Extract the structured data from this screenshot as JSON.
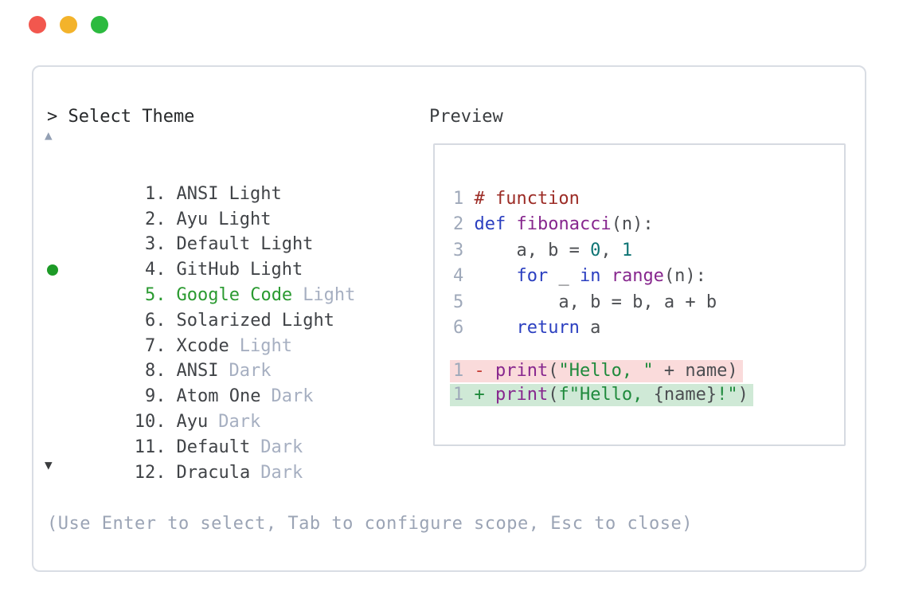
{
  "colors": {
    "traffic_red": "#f2574e",
    "traffic_yellow": "#f3b32b",
    "traffic_green": "#2cba3f",
    "selection_green": "#2a9a30",
    "muted_text": "#a6afc1",
    "panel_border": "#d9dde4",
    "diff_removed_bg": "#fadbdb",
    "diff_added_bg": "#cfe9d6"
  },
  "window": {
    "prompt": "> Select Theme",
    "preview_label": "Preview",
    "scroll_up_icon": "▲",
    "scroll_down_icon": "▼",
    "help_text": "(Use Enter to select, Tab to configure scope, Esc to close)"
  },
  "theme_list": {
    "selected_number": 5,
    "items": [
      {
        "number": "1.",
        "name": "ANSI",
        "variant": "Light",
        "variant_muted": false,
        "selected": false
      },
      {
        "number": "2.",
        "name": "Ayu",
        "variant": "Light",
        "variant_muted": false,
        "selected": false
      },
      {
        "number": "3.",
        "name": "Default",
        "variant": "Light",
        "variant_muted": false,
        "selected": false
      },
      {
        "number": "4.",
        "name": "GitHub",
        "variant": "Light",
        "variant_muted": false,
        "selected": false
      },
      {
        "number": "5.",
        "name": "Google Code",
        "variant": "Light",
        "variant_muted": true,
        "selected": true
      },
      {
        "number": "6.",
        "name": "Solarized",
        "variant": "Light",
        "variant_muted": false,
        "selected": false
      },
      {
        "number": "7.",
        "name": "Xcode",
        "variant": "Light",
        "variant_muted": true,
        "selected": false
      },
      {
        "number": "8.",
        "name": "ANSI",
        "variant": "Dark",
        "variant_muted": true,
        "selected": false
      },
      {
        "number": "9.",
        "name": "Atom One",
        "variant": "Dark",
        "variant_muted": true,
        "selected": false
      },
      {
        "number": "10.",
        "name": "Ayu",
        "variant": "Dark",
        "variant_muted": true,
        "selected": false
      },
      {
        "number": "11.",
        "name": "Default",
        "variant": "Dark",
        "variant_muted": true,
        "selected": false
      },
      {
        "number": "12.",
        "name": "Dracula",
        "variant": "Dark",
        "variant_muted": true,
        "selected": false
      }
    ]
  },
  "preview": {
    "code_lines": [
      {
        "num": "1",
        "tokens": [
          {
            "c": "comment",
            "t": "# function"
          }
        ]
      },
      {
        "num": "2",
        "tokens": [
          {
            "c": "kw",
            "t": "def"
          },
          {
            "c": "plain",
            "t": " "
          },
          {
            "c": "fn",
            "t": "fibonacci"
          },
          {
            "c": "plain",
            "t": "(n):"
          }
        ]
      },
      {
        "num": "3",
        "tokens": [
          {
            "c": "plain",
            "t": "    a, b = "
          },
          {
            "c": "num",
            "t": "0"
          },
          {
            "c": "plain",
            "t": ", "
          },
          {
            "c": "num",
            "t": "1"
          }
        ]
      },
      {
        "num": "4",
        "tokens": [
          {
            "c": "plain",
            "t": "    "
          },
          {
            "c": "kw",
            "t": "for"
          },
          {
            "c": "plain",
            "t": " _ "
          },
          {
            "c": "kw",
            "t": "in"
          },
          {
            "c": "plain",
            "t": " "
          },
          {
            "c": "fn",
            "t": "range"
          },
          {
            "c": "plain",
            "t": "(n):"
          }
        ]
      },
      {
        "num": "5",
        "tokens": [
          {
            "c": "plain",
            "t": "        a, b = b, a + b"
          }
        ]
      },
      {
        "num": "6",
        "tokens": [
          {
            "c": "plain",
            "t": "    "
          },
          {
            "c": "kw",
            "t": "return"
          },
          {
            "c": "plain",
            "t": " a"
          }
        ]
      }
    ],
    "diff_lines": [
      {
        "num": "1",
        "kind": "removed",
        "tokens": [
          {
            "c": "minus",
            "t": "- "
          },
          {
            "c": "fn",
            "t": "print"
          },
          {
            "c": "plain",
            "t": "("
          },
          {
            "c": "str",
            "t": "\"Hello, \""
          },
          {
            "c": "plain",
            "t": " + name)"
          }
        ]
      },
      {
        "num": "1",
        "kind": "added",
        "tokens": [
          {
            "c": "plus",
            "t": "+ "
          },
          {
            "c": "fn",
            "t": "print"
          },
          {
            "c": "plain",
            "t": "("
          },
          {
            "c": "str",
            "t": "f\"Hello, "
          },
          {
            "c": "plain",
            "t": "{name}"
          },
          {
            "c": "str",
            "t": "!\""
          },
          {
            "c": "plain",
            "t": ")"
          }
        ]
      }
    ]
  }
}
